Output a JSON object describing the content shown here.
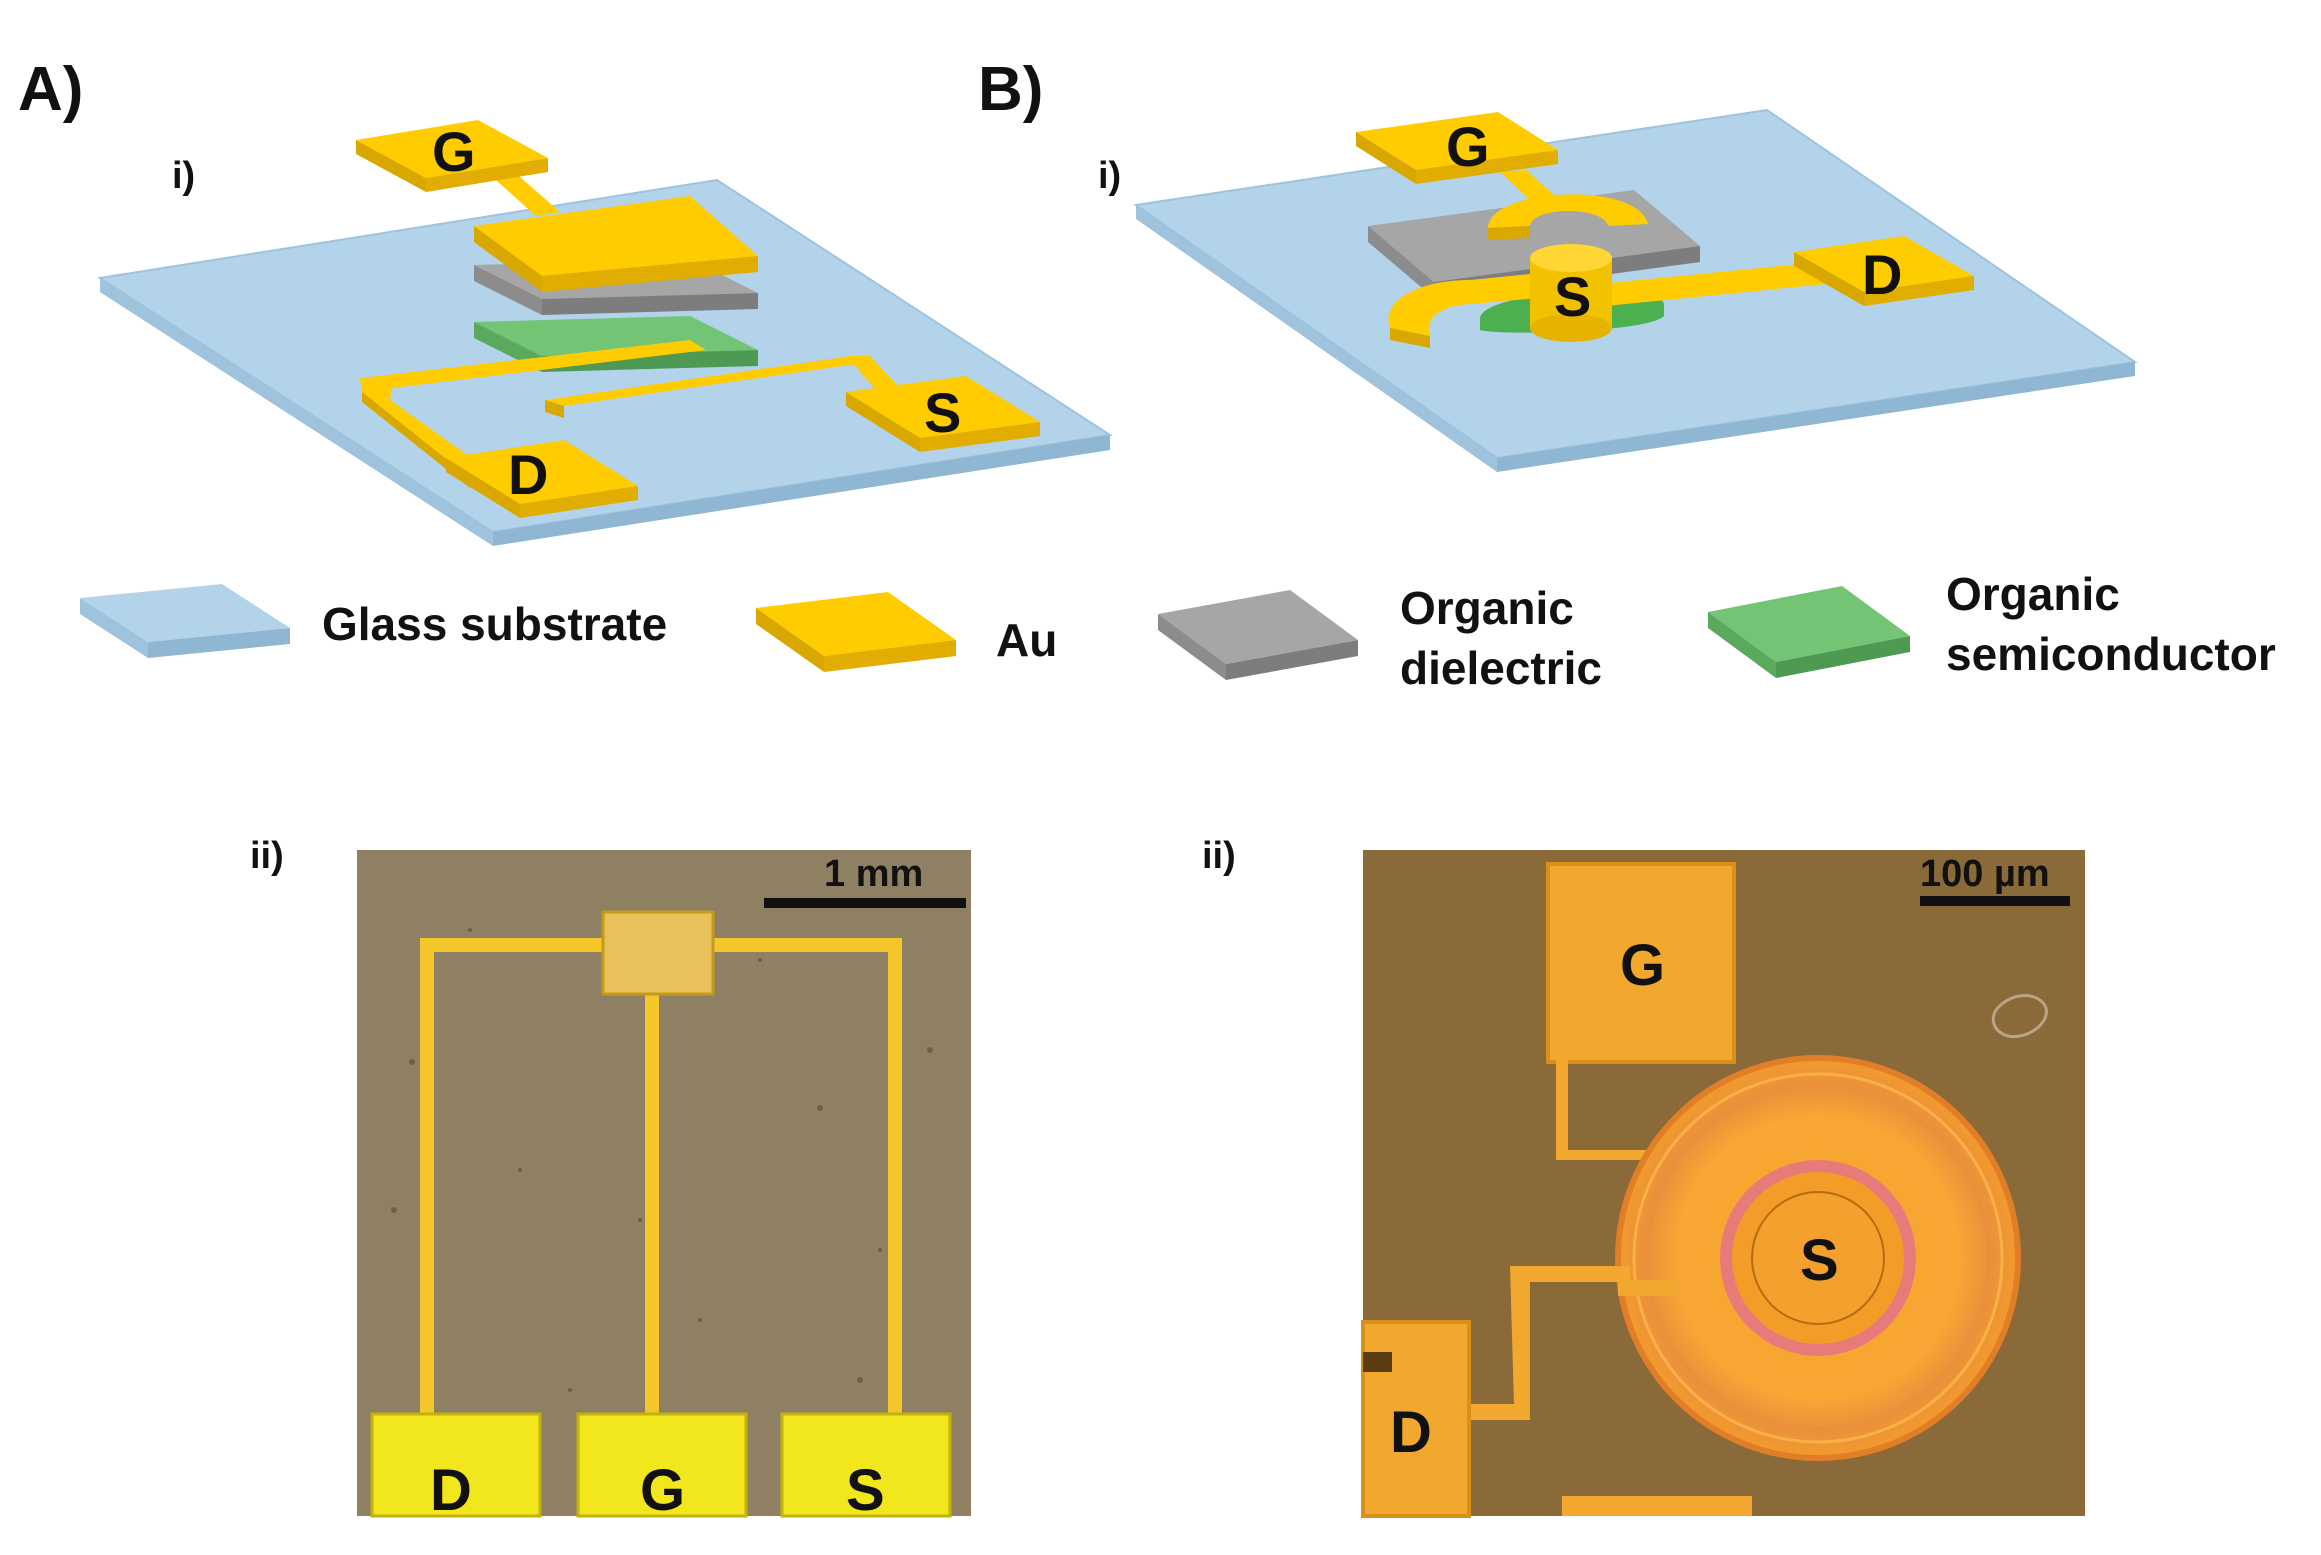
{
  "panels": {
    "a": {
      "label": "A)",
      "sub_i": "i)",
      "sub_ii": "ii)",
      "schematic_pads": {
        "gate": "G",
        "drain": "D",
        "source": "S"
      },
      "micrograph": {
        "scale_bar": "1 mm",
        "pads": [
          "D",
          "G",
          "S"
        ]
      }
    },
    "b": {
      "label": "B)",
      "sub_i": "i)",
      "sub_ii": "ii)",
      "schematic_pads": {
        "gate": "G",
        "drain": "D",
        "source": "S"
      },
      "micrograph": {
        "scale_bar": "100 µm",
        "gate": "G",
        "source": "S",
        "drain": "D"
      }
    }
  },
  "legend": [
    {
      "name": "glass",
      "lines": [
        "Glass substrate"
      ],
      "color": "#b3d3ea"
    },
    {
      "name": "au",
      "lines": [
        "Au"
      ],
      "color": "#ffcc00"
    },
    {
      "name": "dielectric",
      "lines": [
        "Organic",
        "dielectric"
      ],
      "color": "#a6a6a6"
    },
    {
      "name": "semiconductor",
      "lines": [
        "Organic",
        "semiconductor"
      ],
      "color": "#74c476"
    }
  ],
  "colors": {
    "glass": "#b3d3ea",
    "gold": "#ffcc00",
    "dielectric": "#a6a6a6",
    "semiconductor": "#74c476",
    "micrograph_a_background": "#8f8064",
    "micrograph_b_background": "#8a6a38"
  }
}
